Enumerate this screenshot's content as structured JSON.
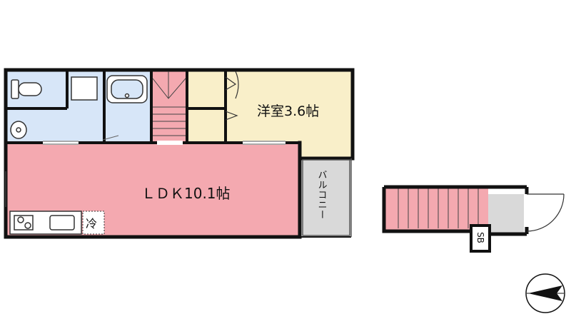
{
  "rooms": {
    "western_room": "洋室3.6帖",
    "ldk": "ＬＤＫ10.1帖",
    "balcony": "バルコニー",
    "storage": "SB",
    "fridge": "冷"
  },
  "colors": {
    "ldk_fill": "#f4a9b0",
    "western_fill": "#f9efc9",
    "wet_fill": "#d7e6f8",
    "balcony_fill": "#d9d9d9",
    "wall": "#111111"
  },
  "icons": {
    "compass": "north-arrow-icon",
    "toilet": "toilet-icon",
    "bathtub": "bathtub-icon"
  }
}
